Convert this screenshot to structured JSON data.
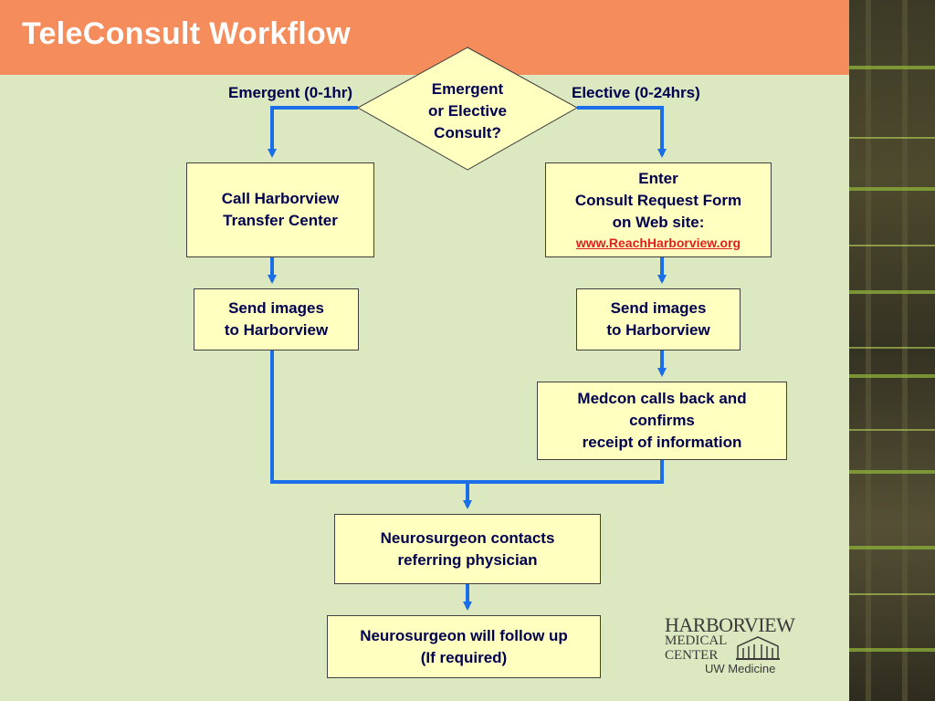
{
  "slide": {
    "title": "TeleConsult Workflow"
  },
  "decision": {
    "lines": [
      "Emergent",
      "or Elective",
      "Consult?"
    ]
  },
  "branches": {
    "left_label": "Emergent (0-1hr)",
    "right_label": "Elective (0-24hrs)"
  },
  "steps": {
    "call_transfer": [
      "Call Harborview",
      "Transfer Center"
    ],
    "enter_form": [
      "Enter",
      "Consult Request Form",
      "on Web site:"
    ],
    "enter_form_link": "www.ReachHarborview.org",
    "send_images_left": [
      "Send images",
      "to Harborview"
    ],
    "send_images_right": [
      "Send images",
      "to Harborview"
    ],
    "medcon": [
      "Medcon calls back and",
      "confirms",
      "receipt of information"
    ],
    "neuro_contacts": [
      "Neurosurgeon contacts",
      "referring physician"
    ],
    "neuro_follow": [
      "Neurosurgeon will follow up",
      "(If required)"
    ]
  },
  "logo": {
    "line1": "HARBORVIEW",
    "line2": "MEDICAL",
    "line3": "CENTER",
    "line4": "UW Medicine"
  },
  "colors": {
    "title_bar": "#f48c5c",
    "background": "#dce8bf",
    "box_fill": "#ffffc0",
    "connector": "#1a6ee8",
    "text": "#000050",
    "link": "#e02020"
  }
}
